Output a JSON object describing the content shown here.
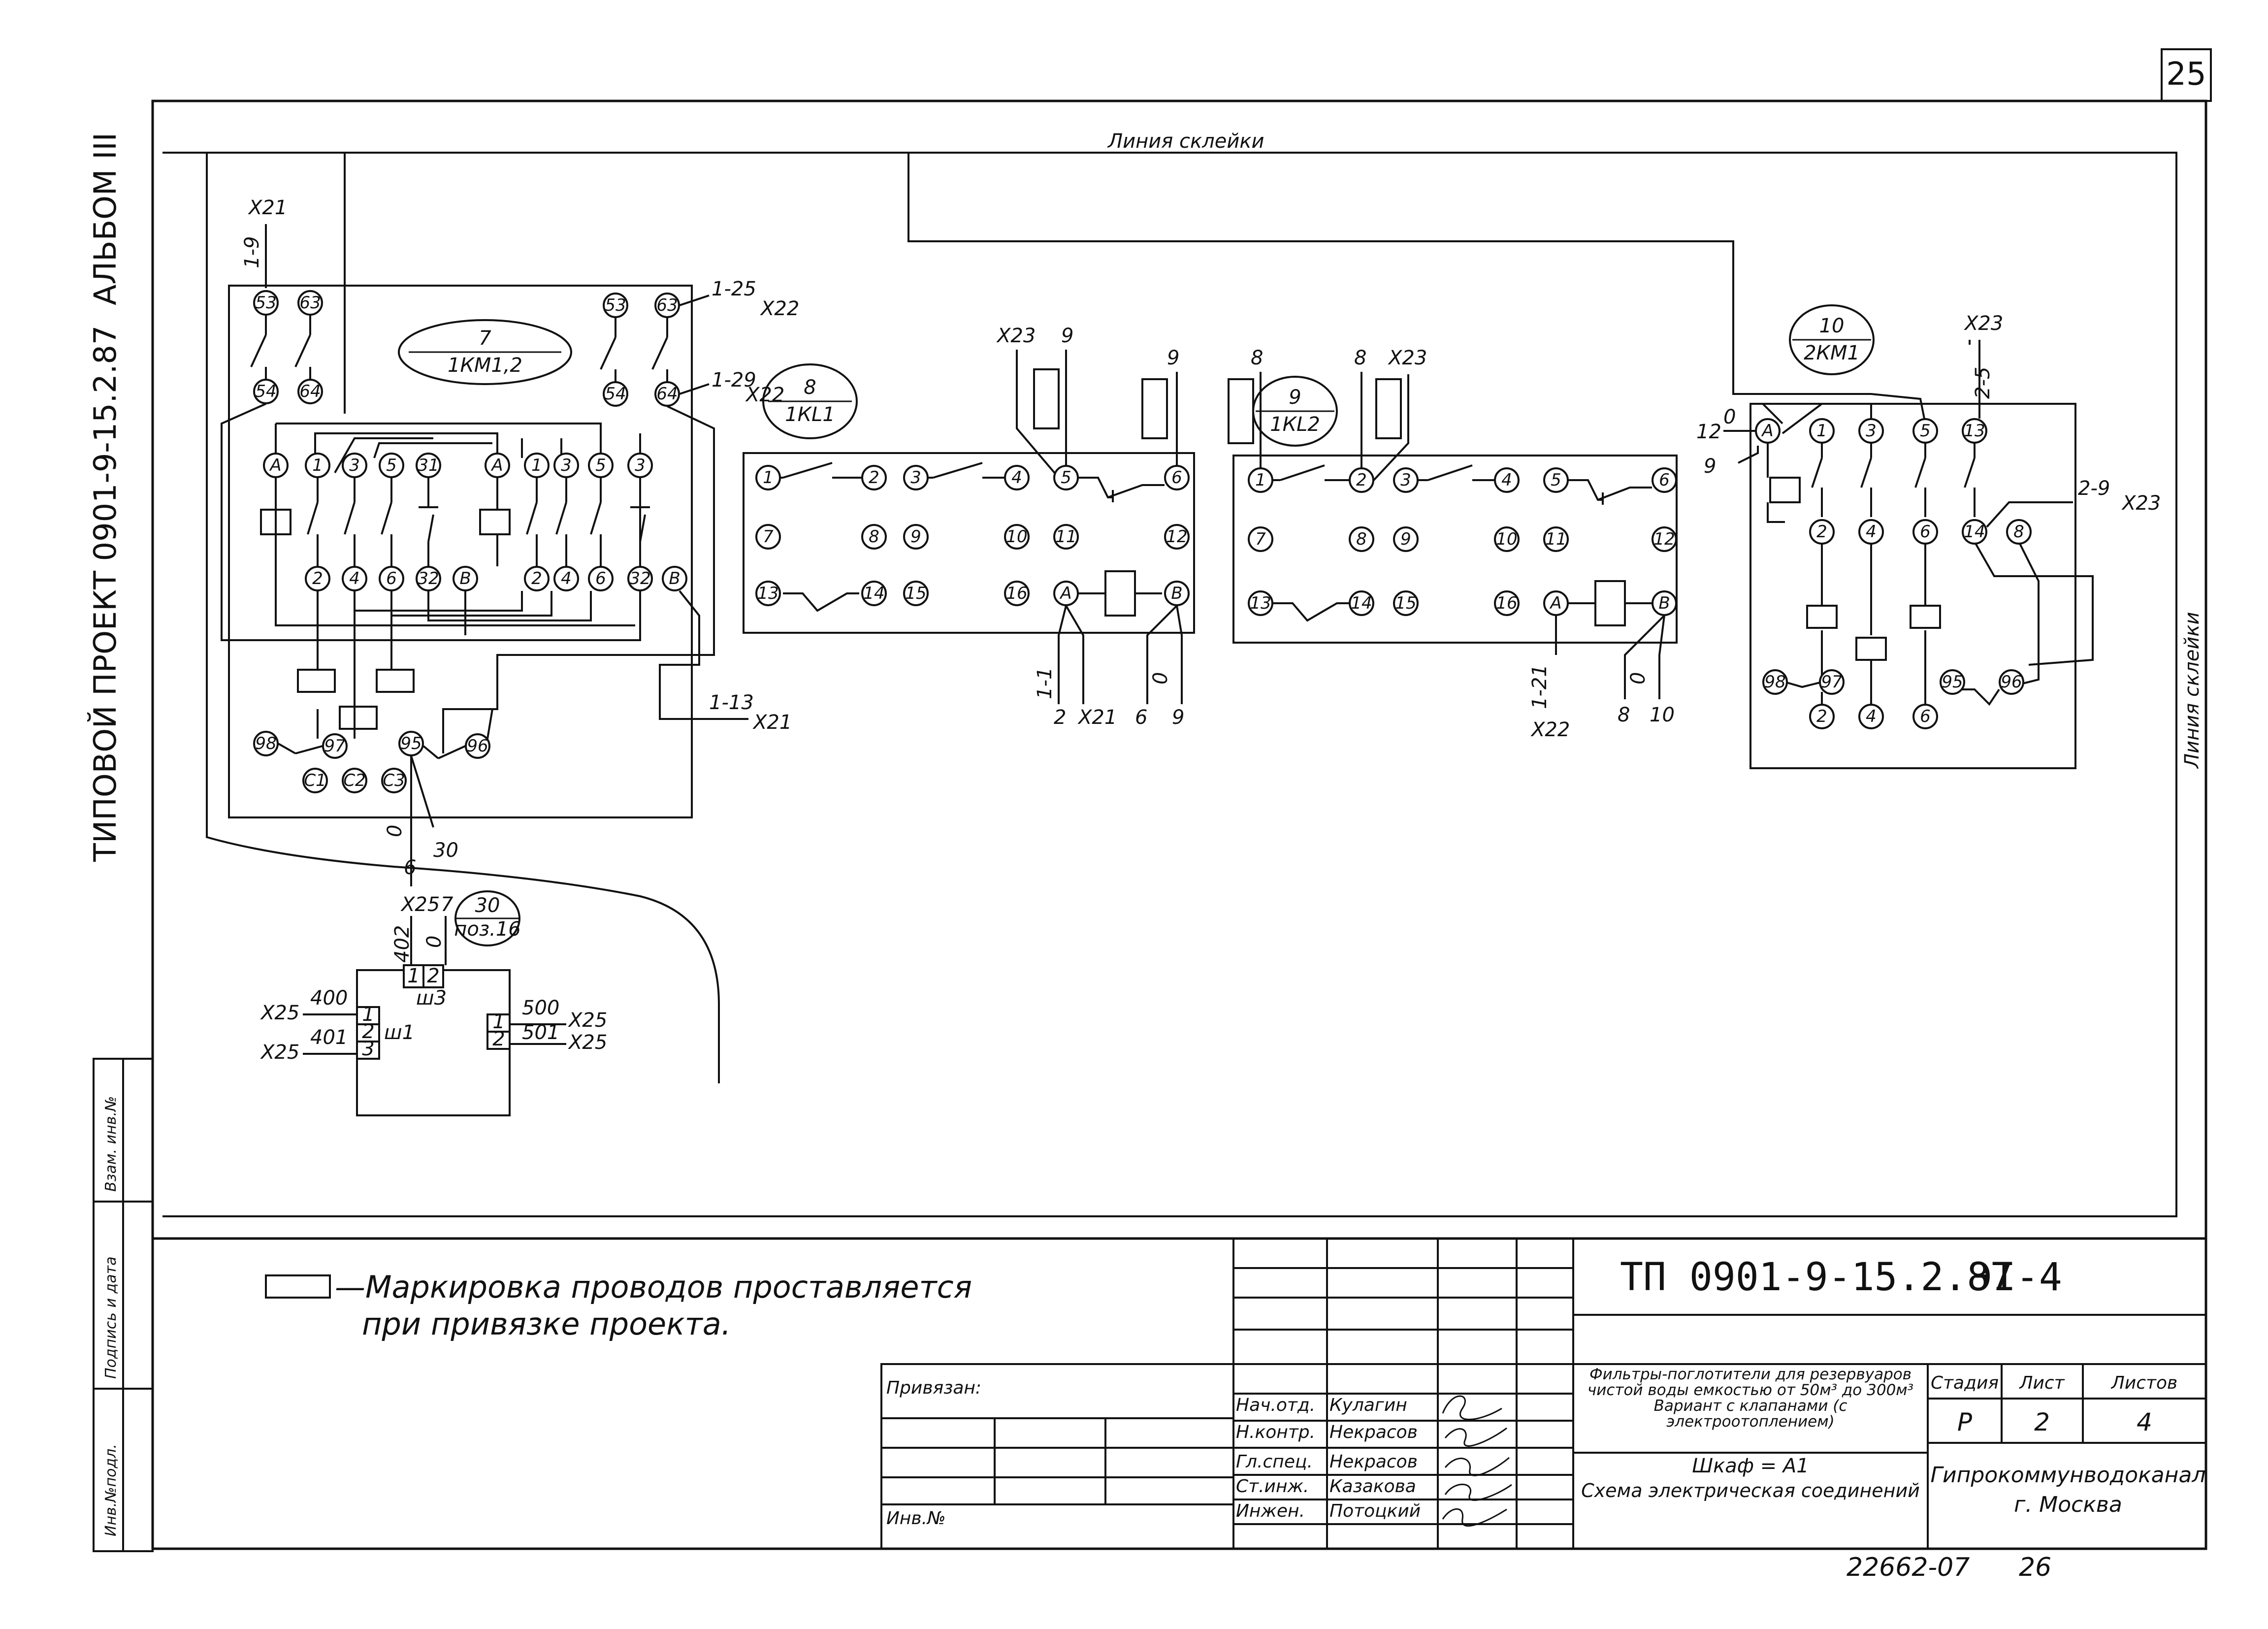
{
  "page_number": "25",
  "margin_vertical": {
    "project": "ТИПОВОЙ ПРОЕКТ 0901-9-15.2.87",
    "album": "АЛЬБОМ III"
  },
  "glue_line": "Линия склейки",
  "devices": {
    "d7": {
      "number": "7",
      "label": "1КМ1,2"
    },
    "d8": {
      "number": "8",
      "label": "1КL1"
    },
    "d9": {
      "number": "9",
      "label": "1КL2"
    },
    "d10": {
      "number": "10",
      "label": "2КМ1"
    },
    "d30": {
      "number": "30",
      "label": "поз.16"
    }
  },
  "left_block": {
    "x21_top": "Х21",
    "x21_top_wire": "1-9",
    "top_terminals": [
      "53",
      "63",
      "53",
      "63"
    ],
    "mid_terminals": [
      "54",
      "64",
      "54",
      "64"
    ],
    "x22_top_wire": "1-25",
    "x22_top": "Х22",
    "x22_mid_wire": "1-29",
    "x22_mid": "Х22",
    "row1": [
      "А",
      "1",
      "3",
      "5",
      "31",
      "А",
      "1",
      "3",
      "5",
      "3"
    ],
    "row2": [
      "2",
      "4",
      "6",
      "32",
      "В",
      "2",
      "4",
      "6",
      "32",
      "В"
    ],
    "bottom_terminals": [
      "98",
      "97",
      "95",
      "96"
    ],
    "c_terminals": [
      "С1",
      "С2",
      "С3"
    ],
    "x21_bottom_wire": "1-13",
    "x21_bottom": "Х21",
    "out_wires": [
      "0",
      "6",
      "30"
    ]
  },
  "relay_1kl1": {
    "top_x": "Х23",
    "top_9a": "9",
    "top_9b": "9",
    "row1": [
      "1",
      "2",
      "3",
      "4",
      "5",
      "6"
    ],
    "row2": [
      "7",
      "8",
      "9",
      "10",
      "11",
      "12"
    ],
    "row3": [
      "13",
      "14",
      "15",
      "16",
      "А",
      "В"
    ],
    "bottom": [
      "1-1",
      "2",
      "Х21",
      "6",
      "9",
      "0"
    ]
  },
  "relay_1kl2": {
    "top_8a": "8",
    "top_8b": "8",
    "top_x": "Х23",
    "row1": [
      "1",
      "2",
      "3",
      "4",
      "5",
      "6"
    ],
    "row2": [
      "7",
      "8",
      "9",
      "10",
      "11",
      "12"
    ],
    "row3": [
      "13",
      "14",
      "15",
      "16",
      "А",
      "В"
    ],
    "bottom": [
      "1-21",
      "Х22",
      "0",
      "8",
      "10"
    ]
  },
  "contactor_2km1": {
    "top_x": "Х23",
    "top_wire": "2-5",
    "left_12": "12",
    "left_0": "0",
    "left_9": "9",
    "row1": [
      "А",
      "1",
      "3",
      "5",
      "13"
    ],
    "row2": [
      "2",
      "4",
      "6",
      "14",
      "8"
    ],
    "right_wire": "2-9",
    "right_x": "Х23",
    "bottom": [
      "98",
      "97",
      "2",
      "4",
      "6",
      "95",
      "96"
    ]
  },
  "socket_block": {
    "top_x": "Х25",
    "top_402": "402",
    "top_7": "7",
    "top_0": "0",
    "top_terms": [
      "1",
      "2"
    ],
    "top_name": "ш3",
    "left_name": "ш1",
    "left_terms": [
      "1",
      "2",
      "3"
    ],
    "left_wires": [
      "400",
      "401"
    ],
    "left_x": [
      "Х25",
      "Х25"
    ],
    "right_terms": [
      "1",
      "2"
    ],
    "right_wires": [
      "500",
      "501"
    ],
    "right_x": [
      "Х25",
      "Х25"
    ]
  },
  "note": {
    "line1": "—Маркировка проводов проставляется",
    "line2": "при привязке проекта."
  },
  "side_stamp": [
    "Инв.№подл.",
    "Подпись и дата",
    "Взам. инв.№"
  ],
  "title_block": {
    "doc_number": "ТП 0901-9-15.2.87",
    "sheet_code": "ЭI-4",
    "description": "Фильтры-поглотители для резервуаров чистой воды емкостью от 50м³ до 300м³ Вариант с клапанами (с электроотоплением)",
    "drawing_name": "Шкаф = А1",
    "drawing_type": "Схема электрическая соединений",
    "stage_label": "Стадия",
    "sheet_label": "Лист",
    "sheets_label": "Листов",
    "stage": "Р",
    "sheet": "2",
    "sheets": "4",
    "organization": "Гипрокоммунводоканал",
    "city": "г. Москва",
    "bound": "Привязан:",
    "inv_no": "Инв.№",
    "roles": [
      "Нач.отд.",
      "Н.контр.",
      "Гл.спец.",
      "Ст.инж.",
      "Инжен."
    ],
    "names": [
      "Кулагин",
      "Некрасов",
      "Некрасов",
      "Казакова",
      "Потоцкий"
    ],
    "order": "22662-07",
    "order_sheet": "26"
  }
}
